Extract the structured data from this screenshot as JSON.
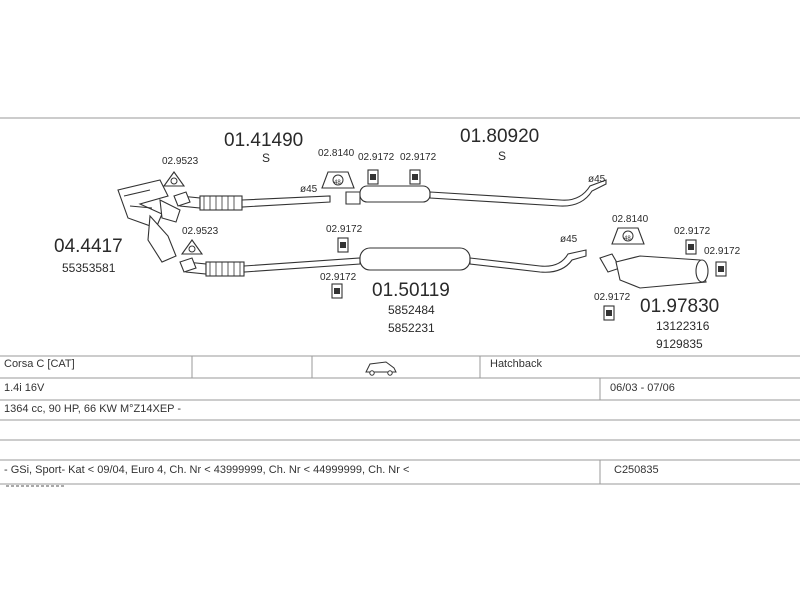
{
  "parts": {
    "manifold": {
      "code": "04.4417",
      "ref": "55353581"
    },
    "front_upper": {
      "code": "01.41490",
      "suffix": "S"
    },
    "rear_upper": {
      "code": "01.80920",
      "suffix": "S"
    },
    "centre_lower": {
      "code": "01.50119",
      "ref1": "5852484",
      "ref2": "5852231"
    },
    "rear_silencer": {
      "code": "01.97830",
      "ref1": "13122316",
      "ref2": "9129835"
    },
    "clamps": {
      "c1": "02.9523",
      "c2": "02.9523",
      "c3": "02.8140",
      "c4": "02.9172",
      "c5": "02.9172",
      "c6": "02.9172",
      "c7": "02.9172",
      "c8": "02.8140",
      "c9": "02.9172",
      "c10": "02.9172",
      "c11": "02.9172"
    },
    "diameters": {
      "d1": "ø45",
      "d2": "ø45",
      "d3": "ø45"
    },
    "gasket_size": "48"
  },
  "table": {
    "model": "Corsa C  [CAT]",
    "body": "Hatchback",
    "engine": "1.4i 16V",
    "years": "06/03 - 07/06",
    "spec": "1364 cc, 90 HP, 66 KW M°Z14XEP -",
    "notes": "- GSi, Sport- Kat < 09/04, Euro 4, Ch. Nr < 43999999, Ch. Nr < 44999999, Ch. Nr <",
    "code": "C250835"
  }
}
